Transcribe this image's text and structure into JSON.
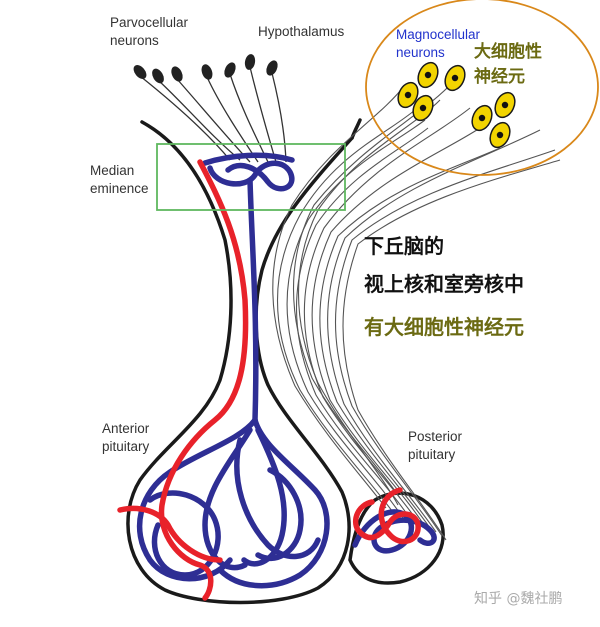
{
  "labels": {
    "parvocellular_line1": "Parvocellular",
    "parvocellular_line2": "neurons",
    "hypothalamus": "Hypothalamus",
    "magnocellular_line1": "Magnocellular",
    "magnocellular_line2": "neurons",
    "magnocellular_cn_line1": "大细胞性",
    "magnocellular_cn_line2": "神经元",
    "median_line1": "Median",
    "median_line2": "eminence",
    "anterior_line1": "Anterior",
    "anterior_line2": "pituitary",
    "posterior_line1": "Posterior",
    "posterior_line2": "pituitary"
  },
  "annotation": {
    "line1": "下丘脑的",
    "line2": "视上核和室旁核中",
    "line3": "有大细胞性神经元"
  },
  "watermark": "知乎 @魏社鹏",
  "colors": {
    "blood_red": "#e8222a",
    "portal_blue": "#2e2e94",
    "magno_text": "#2233cc",
    "olive_text": "#6b6a12",
    "highlight_green": "#5fb85f",
    "ellipse_orange": "#d9881a",
    "magno_cell_fill": "#f2d400"
  }
}
